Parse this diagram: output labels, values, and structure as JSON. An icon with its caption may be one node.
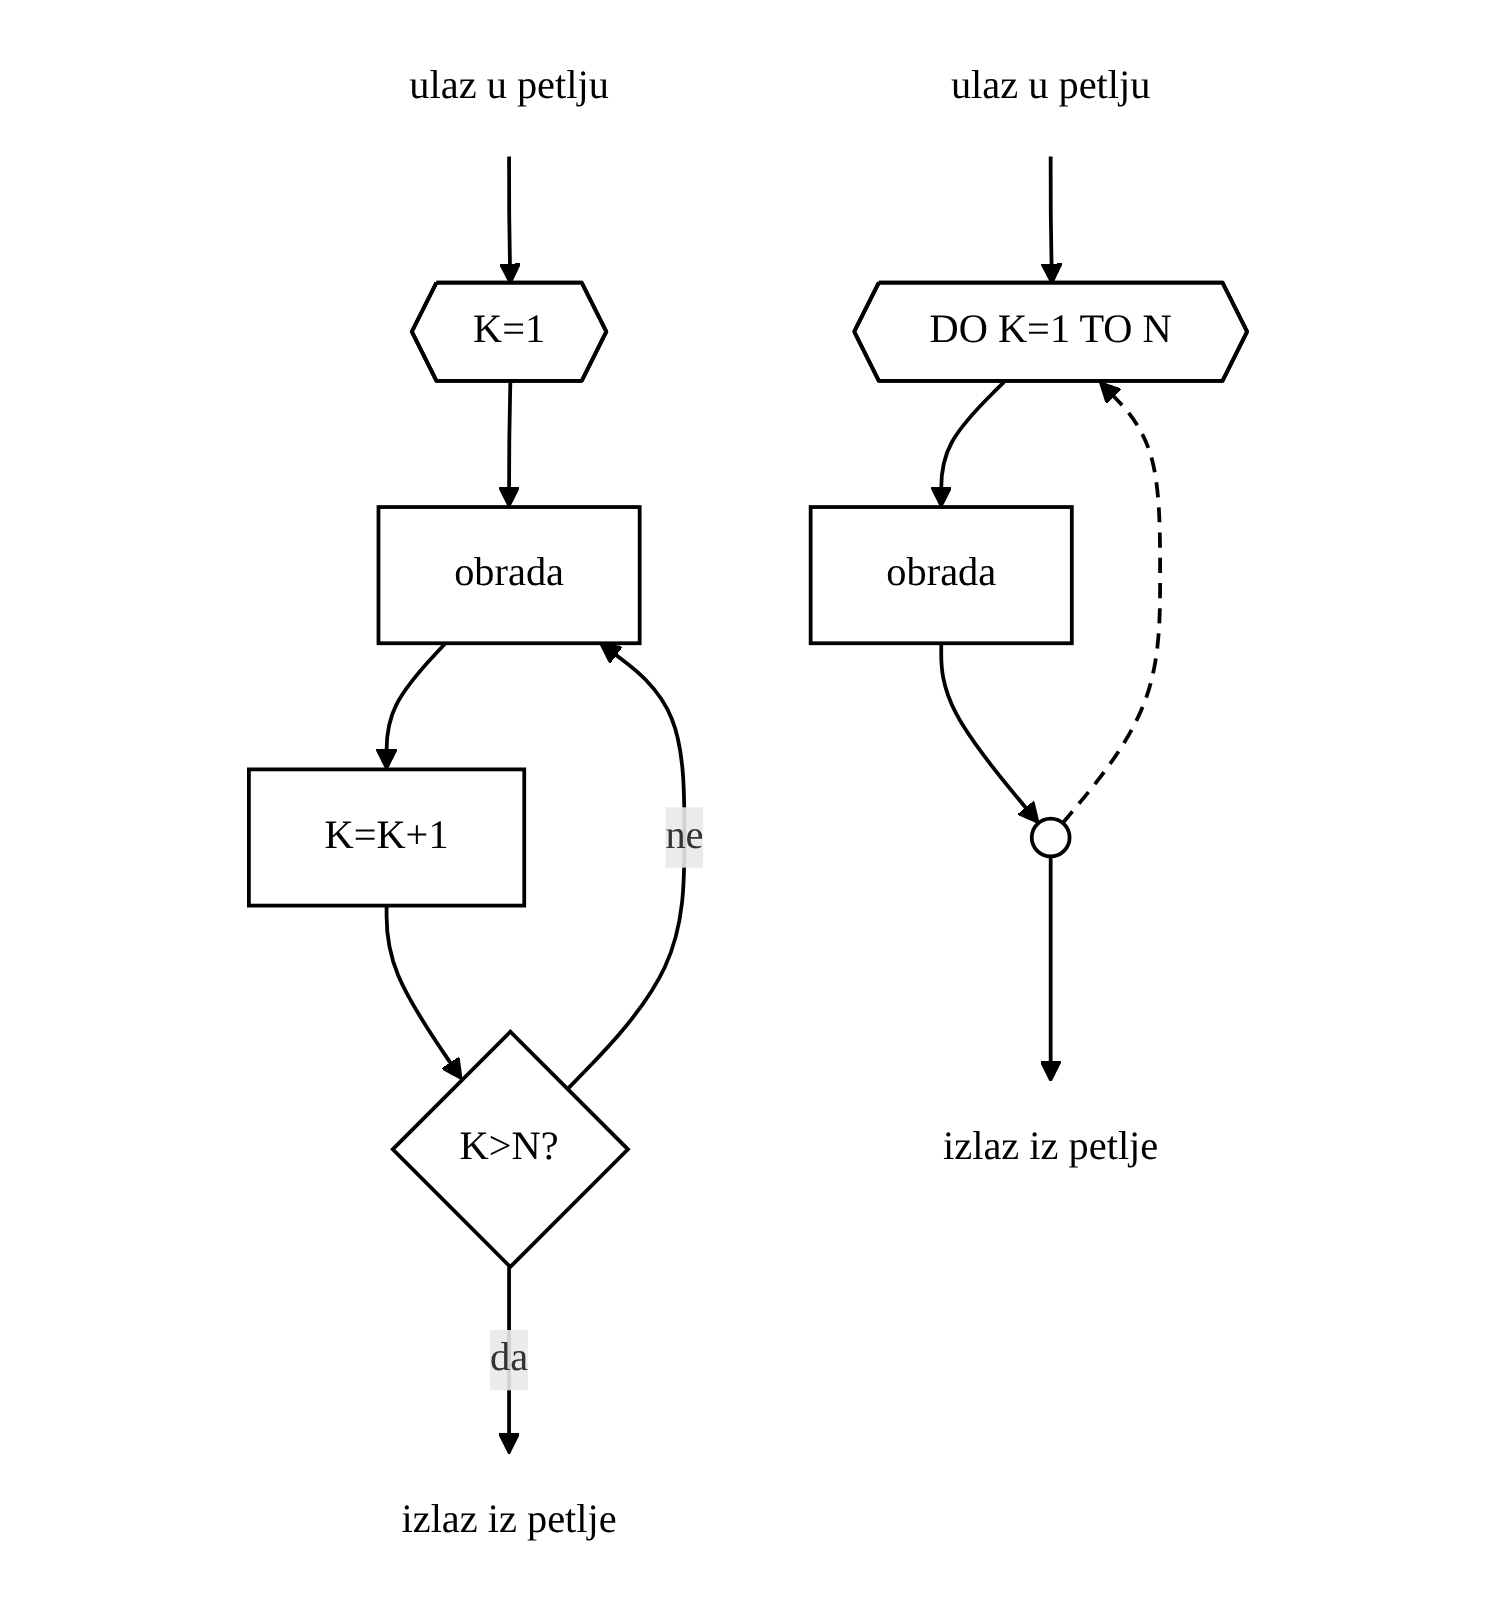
{
  "diagram": {
    "nodes": [
      {
        "text": [
          "ulaz u petlju"
        ]
      },
      {
        "text": [
          "K=1"
        ]
      },
      {
        "text": [
          "obrada"
        ]
      },
      {
        "text": [
          "K=K+1"
        ]
      },
      {
        "text": [
          "K>N?"
        ]
      },
      {
        "text": [
          "izlaz iz petlje"
        ]
      },
      {
        "text": [
          "ulaz u petlju"
        ]
      },
      {
        "text": [
          "DO K=1 TO N"
        ]
      },
      {
        "text": [
          "obrada"
        ]
      },
      {
        "text": [],
        "shape": "circle"
      },
      {
        "text": [
          "izlaz iz petlje"
        ]
      }
    ],
    "edges": [
      {
        "from": 0,
        "to": 1,
        "arrow": "to"
      },
      {
        "from": 1,
        "to": 2,
        "arrow": "to"
      },
      {
        "from": 2,
        "to": 3,
        "arrow": "to"
      },
      {
        "from": 3,
        "to": 4,
        "arrow": "to"
      },
      {
        "from": 4,
        "to": 2,
        "arrow": "to",
        "label": "ne"
      },
      {
        "from": 4,
        "to": 5,
        "arrow": "to",
        "label": "da"
      },
      {
        "from": 6,
        "to": 7,
        "arrow": "to"
      },
      {
        "from": 7,
        "to": 8,
        "arrow": "to"
      },
      {
        "from": 8,
        "to": 9,
        "arrow": "to"
      },
      {
        "from": 9,
        "to": 7,
        "arrow": "to",
        "style": "dashed"
      },
      {
        "from": 9,
        "to": 10,
        "arrow": "to"
      }
    ]
  }
}
